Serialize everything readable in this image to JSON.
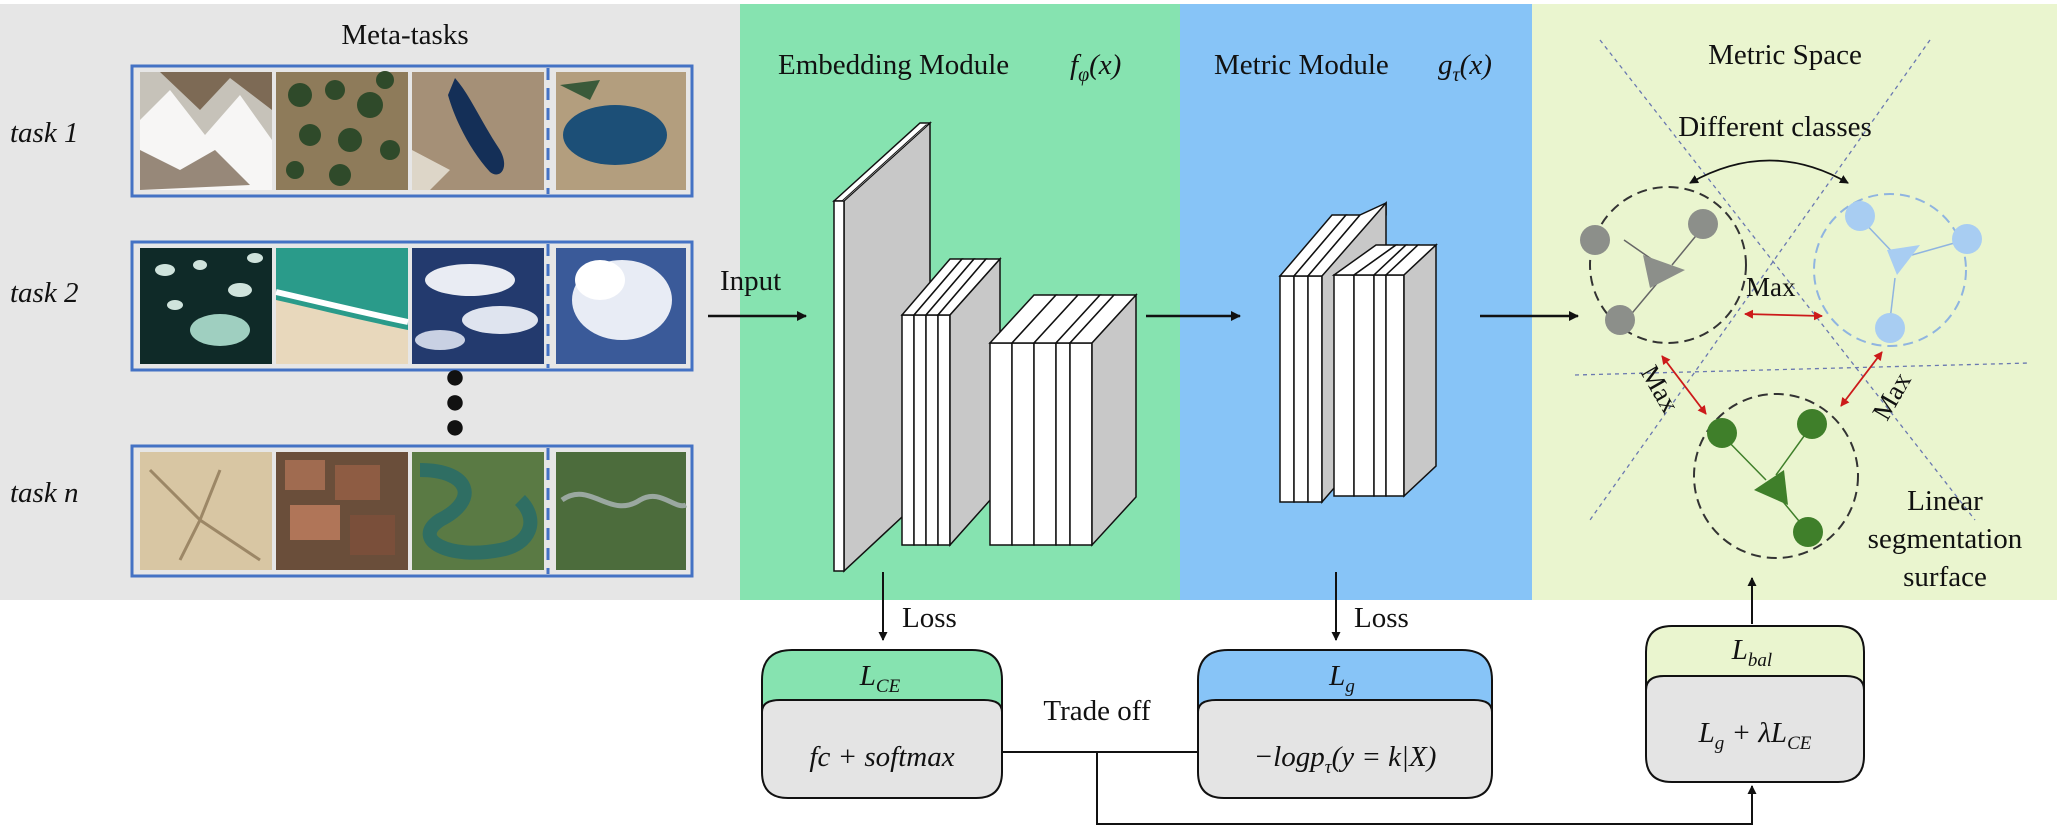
{
  "meta_tasks": {
    "title": "Meta-tasks",
    "rows": [
      {
        "label": "task 1"
      },
      {
        "label": "task 2"
      },
      {
        "label": "task n"
      }
    ],
    "ellipsis": "●\n●\n●"
  },
  "input_label": "Input",
  "embedding": {
    "title": "Embedding Module",
    "func": "fφ(x)",
    "func_main": "f",
    "func_sub": "φ",
    "func_arg": "(x)",
    "color": "#86e3b0"
  },
  "metric": {
    "title": "Metric Module",
    "func_main": "g",
    "func_sub": "τ",
    "func_arg": "(x)",
    "color": "#87c4f7"
  },
  "metric_space": {
    "title": "Metric Space",
    "different_classes": "Different classes",
    "max_center": "Max",
    "max_left": "Max",
    "max_right": "Max",
    "surface_lines": [
      "Linear",
      "segmentation",
      "surface"
    ],
    "color": "#eaf5cf"
  },
  "loss_label": "Loss",
  "trade_off": "Trade off",
  "ce_box": {
    "head_main": "L",
    "head_sub": "CE",
    "body": "fc + softmax",
    "color": "#86e3b0"
  },
  "g_box": {
    "head_main": "L",
    "head_sub": "g",
    "body": "−logpτ(y = k|X)",
    "body_a": "−logp",
    "body_sub": "τ",
    "body_b": "(y = k|X)",
    "color": "#87c4f7"
  },
  "bal_box": {
    "head_main": "L",
    "head_sub": "bal",
    "body_a": "L",
    "body_a_sub": "g",
    "body_b": " + λL",
    "body_b_sub": "CE",
    "color": "#eaf5cf"
  },
  "colors": {
    "panel_gray": "#e6e6e6",
    "task_frame": "#4472c4",
    "gray_node": "#8c8f8a",
    "blue_node": "#a8cdf2",
    "green_node": "#3f7f2a",
    "arrow_red": "#cc1a1a"
  }
}
